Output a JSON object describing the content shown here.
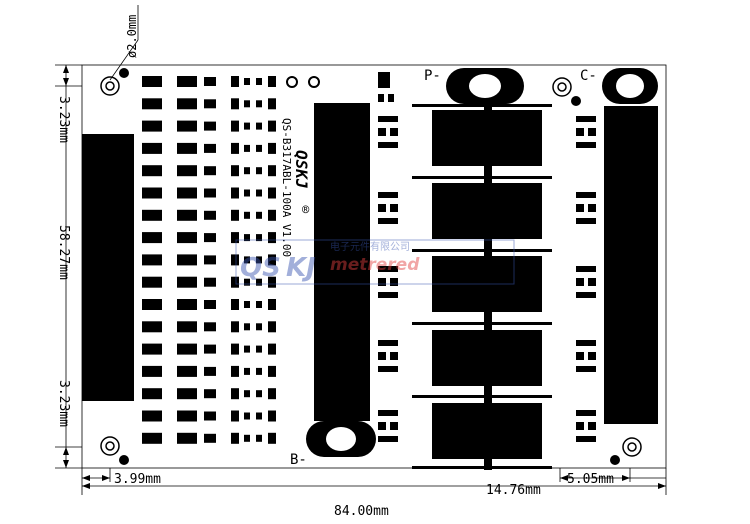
{
  "dimensions": {
    "hole_diameter": "ø2.0mm",
    "left_top_offset": "3.23mm",
    "left_height": "58.27mm",
    "left_bottom_offset": "3.23mm",
    "bottom_left_offset": "3.99mm",
    "bottom_right_inner": "14.76mm",
    "bottom_right_offset": "5.05mm",
    "bottom_width": "84.00mm"
  },
  "board": {
    "part_number": "QS-B317ABL-100A V1.00",
    "brand": "QSKJ",
    "registered": "®",
    "label_p": "P-",
    "label_c": "C-",
    "label_b": "B-"
  },
  "watermark": {
    "logo_a": "QS",
    "logo_b": "KJ",
    "brand_text": "metrered",
    "company": "电子元件有限公司"
  },
  "colors": {
    "board_fill": "#ffffff",
    "copper": "#000000",
    "watermark_blue": "#3a55b0",
    "watermark_red": "#e04040"
  }
}
